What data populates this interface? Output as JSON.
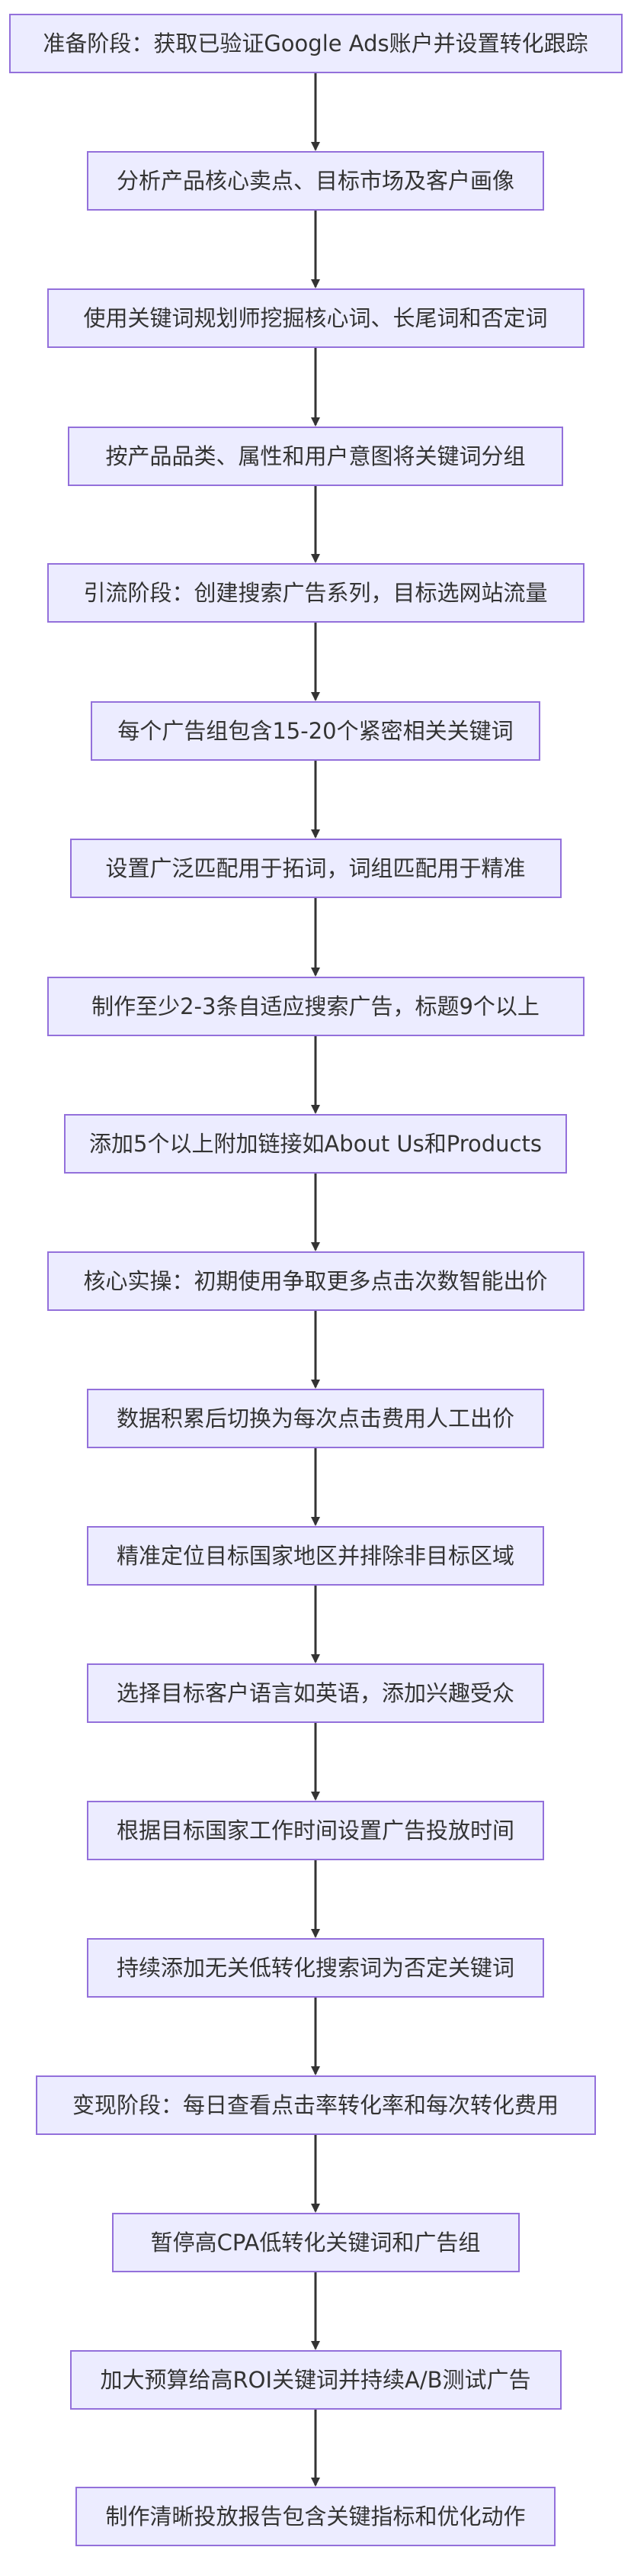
{
  "colors": {
    "node_fill": "#ECECFF",
    "node_border": "#9370DB",
    "text": "#333333",
    "edge": "#333333"
  },
  "flowchart": {
    "nodes": [
      {
        "id": "n1",
        "label": "准备阶段：获取已验证Google Ads账户并设置转化跟踪"
      },
      {
        "id": "n2",
        "label": "分析产品核心卖点、目标市场及客户画像"
      },
      {
        "id": "n3",
        "label": "使用关键词规划师挖掘核心词、长尾词和否定词"
      },
      {
        "id": "n4",
        "label": "按产品品类、属性和用户意图将关键词分组"
      },
      {
        "id": "n5",
        "label": "引流阶段：创建搜索广告系列，目标选网站流量"
      },
      {
        "id": "n6",
        "label": "每个广告组包含15-20个紧密相关关键词"
      },
      {
        "id": "n7",
        "label": "设置广泛匹配用于拓词，词组匹配用于精准"
      },
      {
        "id": "n8",
        "label": "制作至少2-3条自适应搜索广告，标题9个以上"
      },
      {
        "id": "n9",
        "label": "添加5个以上附加链接如About Us和Products"
      },
      {
        "id": "n10",
        "label": "核心实操：初期使用争取更多点击次数智能出价"
      },
      {
        "id": "n11",
        "label": "数据积累后切换为每次点击费用人工出价"
      },
      {
        "id": "n12",
        "label": "精准定位目标国家地区并排除非目标区域"
      },
      {
        "id": "n13",
        "label": "选择目标客户语言如英语，添加兴趣受众"
      },
      {
        "id": "n14",
        "label": "根据目标国家工作时间设置广告投放时间"
      },
      {
        "id": "n15",
        "label": "持续添加无关低转化搜索词为否定关键词"
      },
      {
        "id": "n16",
        "label": "变现阶段：每日查看点击率转化率和每次转化费用"
      },
      {
        "id": "n17",
        "label": "暂停高CPA低转化关键词和广告组"
      },
      {
        "id": "n18",
        "label": "加大预算给高ROI关键词并持续A/B测试广告"
      },
      {
        "id": "n19",
        "label": "制作清晰投放报告包含关键指标和优化动作"
      }
    ],
    "edges": [
      {
        "from": "n1",
        "to": "n2"
      },
      {
        "from": "n2",
        "to": "n3"
      },
      {
        "from": "n3",
        "to": "n4"
      },
      {
        "from": "n4",
        "to": "n5"
      },
      {
        "from": "n5",
        "to": "n6"
      },
      {
        "from": "n6",
        "to": "n7"
      },
      {
        "from": "n7",
        "to": "n8"
      },
      {
        "from": "n8",
        "to": "n9"
      },
      {
        "from": "n9",
        "to": "n10"
      },
      {
        "from": "n10",
        "to": "n11"
      },
      {
        "from": "n11",
        "to": "n12"
      },
      {
        "from": "n12",
        "to": "n13"
      },
      {
        "from": "n13",
        "to": "n14"
      },
      {
        "from": "n14",
        "to": "n15"
      },
      {
        "from": "n15",
        "to": "n16"
      },
      {
        "from": "n16",
        "to": "n17"
      },
      {
        "from": "n17",
        "to": "n18"
      },
      {
        "from": "n18",
        "to": "n19"
      }
    ]
  }
}
